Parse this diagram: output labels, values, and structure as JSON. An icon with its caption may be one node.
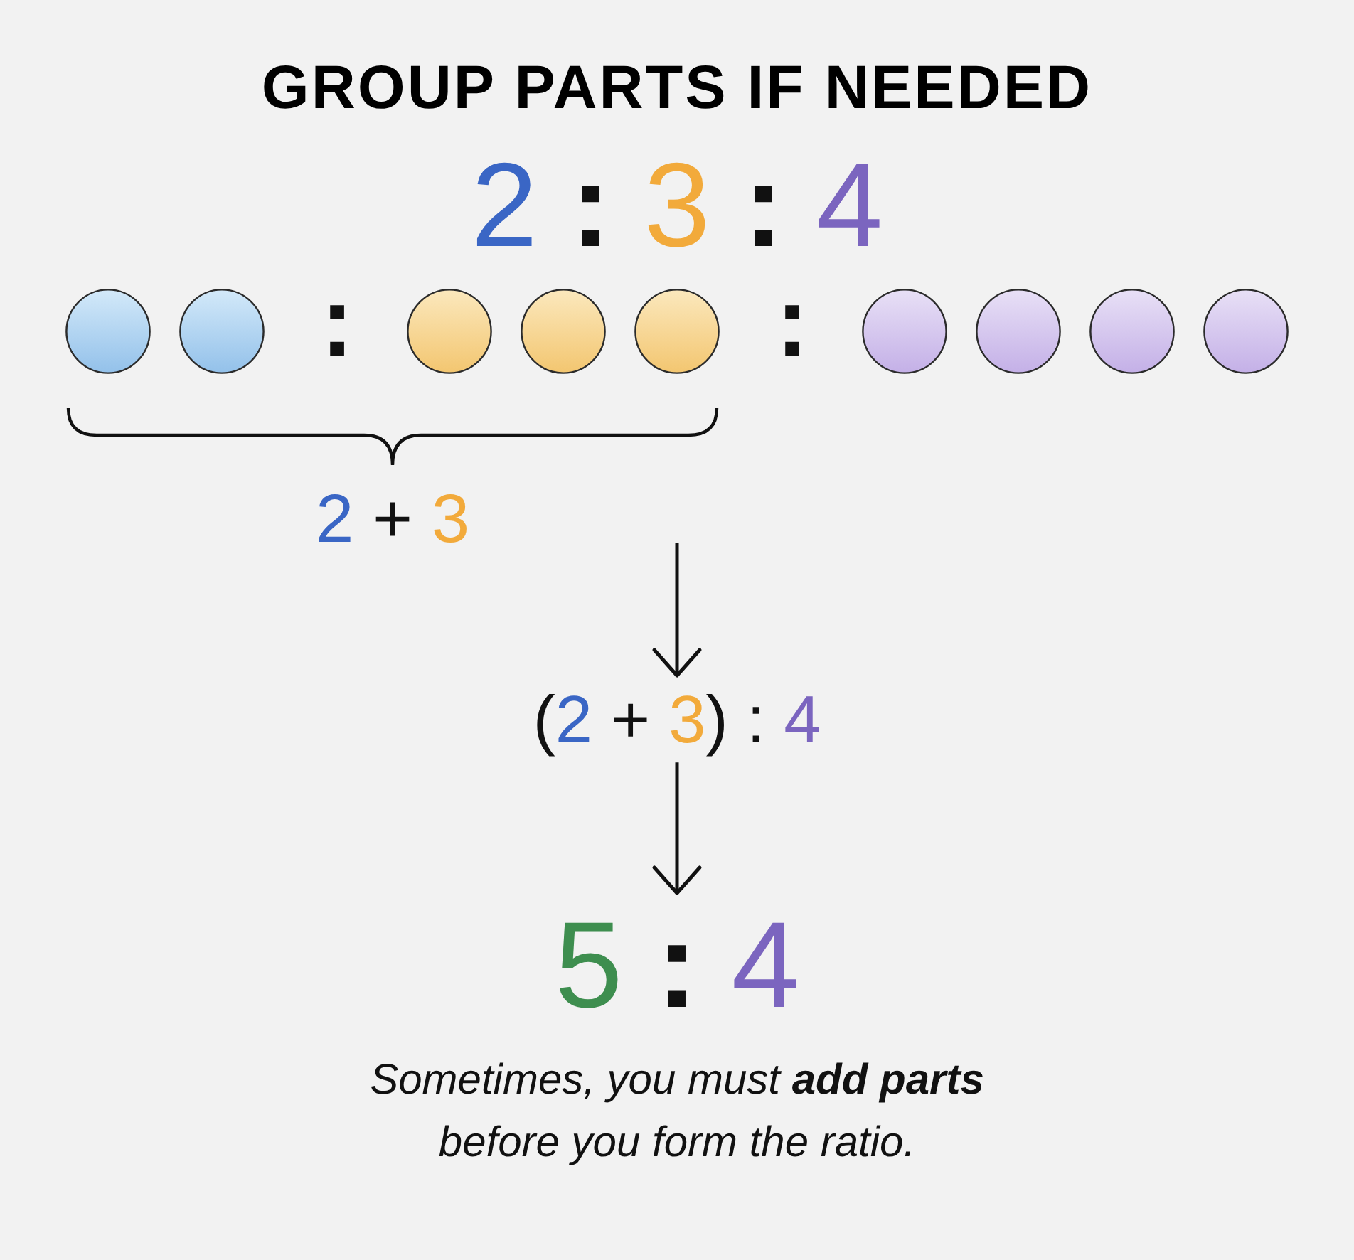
{
  "diagram": {
    "title": "GROUP PARTS IF NEEDED",
    "caption": "Sometimes, you must **add parts** before you form the ratio.",
    "nodes": [
      {
        "text": [],
        "shape": "circle"
      },
      {
        "text": [],
        "shape": "circle"
      },
      {
        "text": [],
        "shape": "circle"
      },
      {
        "text": [],
        "shape": "circle"
      },
      {
        "text": [],
        "shape": "circle"
      },
      {
        "text": [],
        "shape": "circle"
      },
      {
        "text": [],
        "shape": "circle"
      },
      {
        "text": [],
        "shape": "circle"
      },
      {
        "text": [],
        "shape": "circle"
      },
      {
        "text": [
          "(2 + 3) : 4"
        ]
      },
      {
        "text": [
          "5 : 4"
        ]
      }
    ],
    "edges": [
      {
        "from": null,
        "to": 9,
        "arrow": "to"
      },
      {
        "from": 9,
        "to": 10,
        "arrow": "to"
      }
    ],
    "labels": [
      "2 : 3 : 4",
      ":",
      ":",
      "2 + 3"
    ]
  }
}
